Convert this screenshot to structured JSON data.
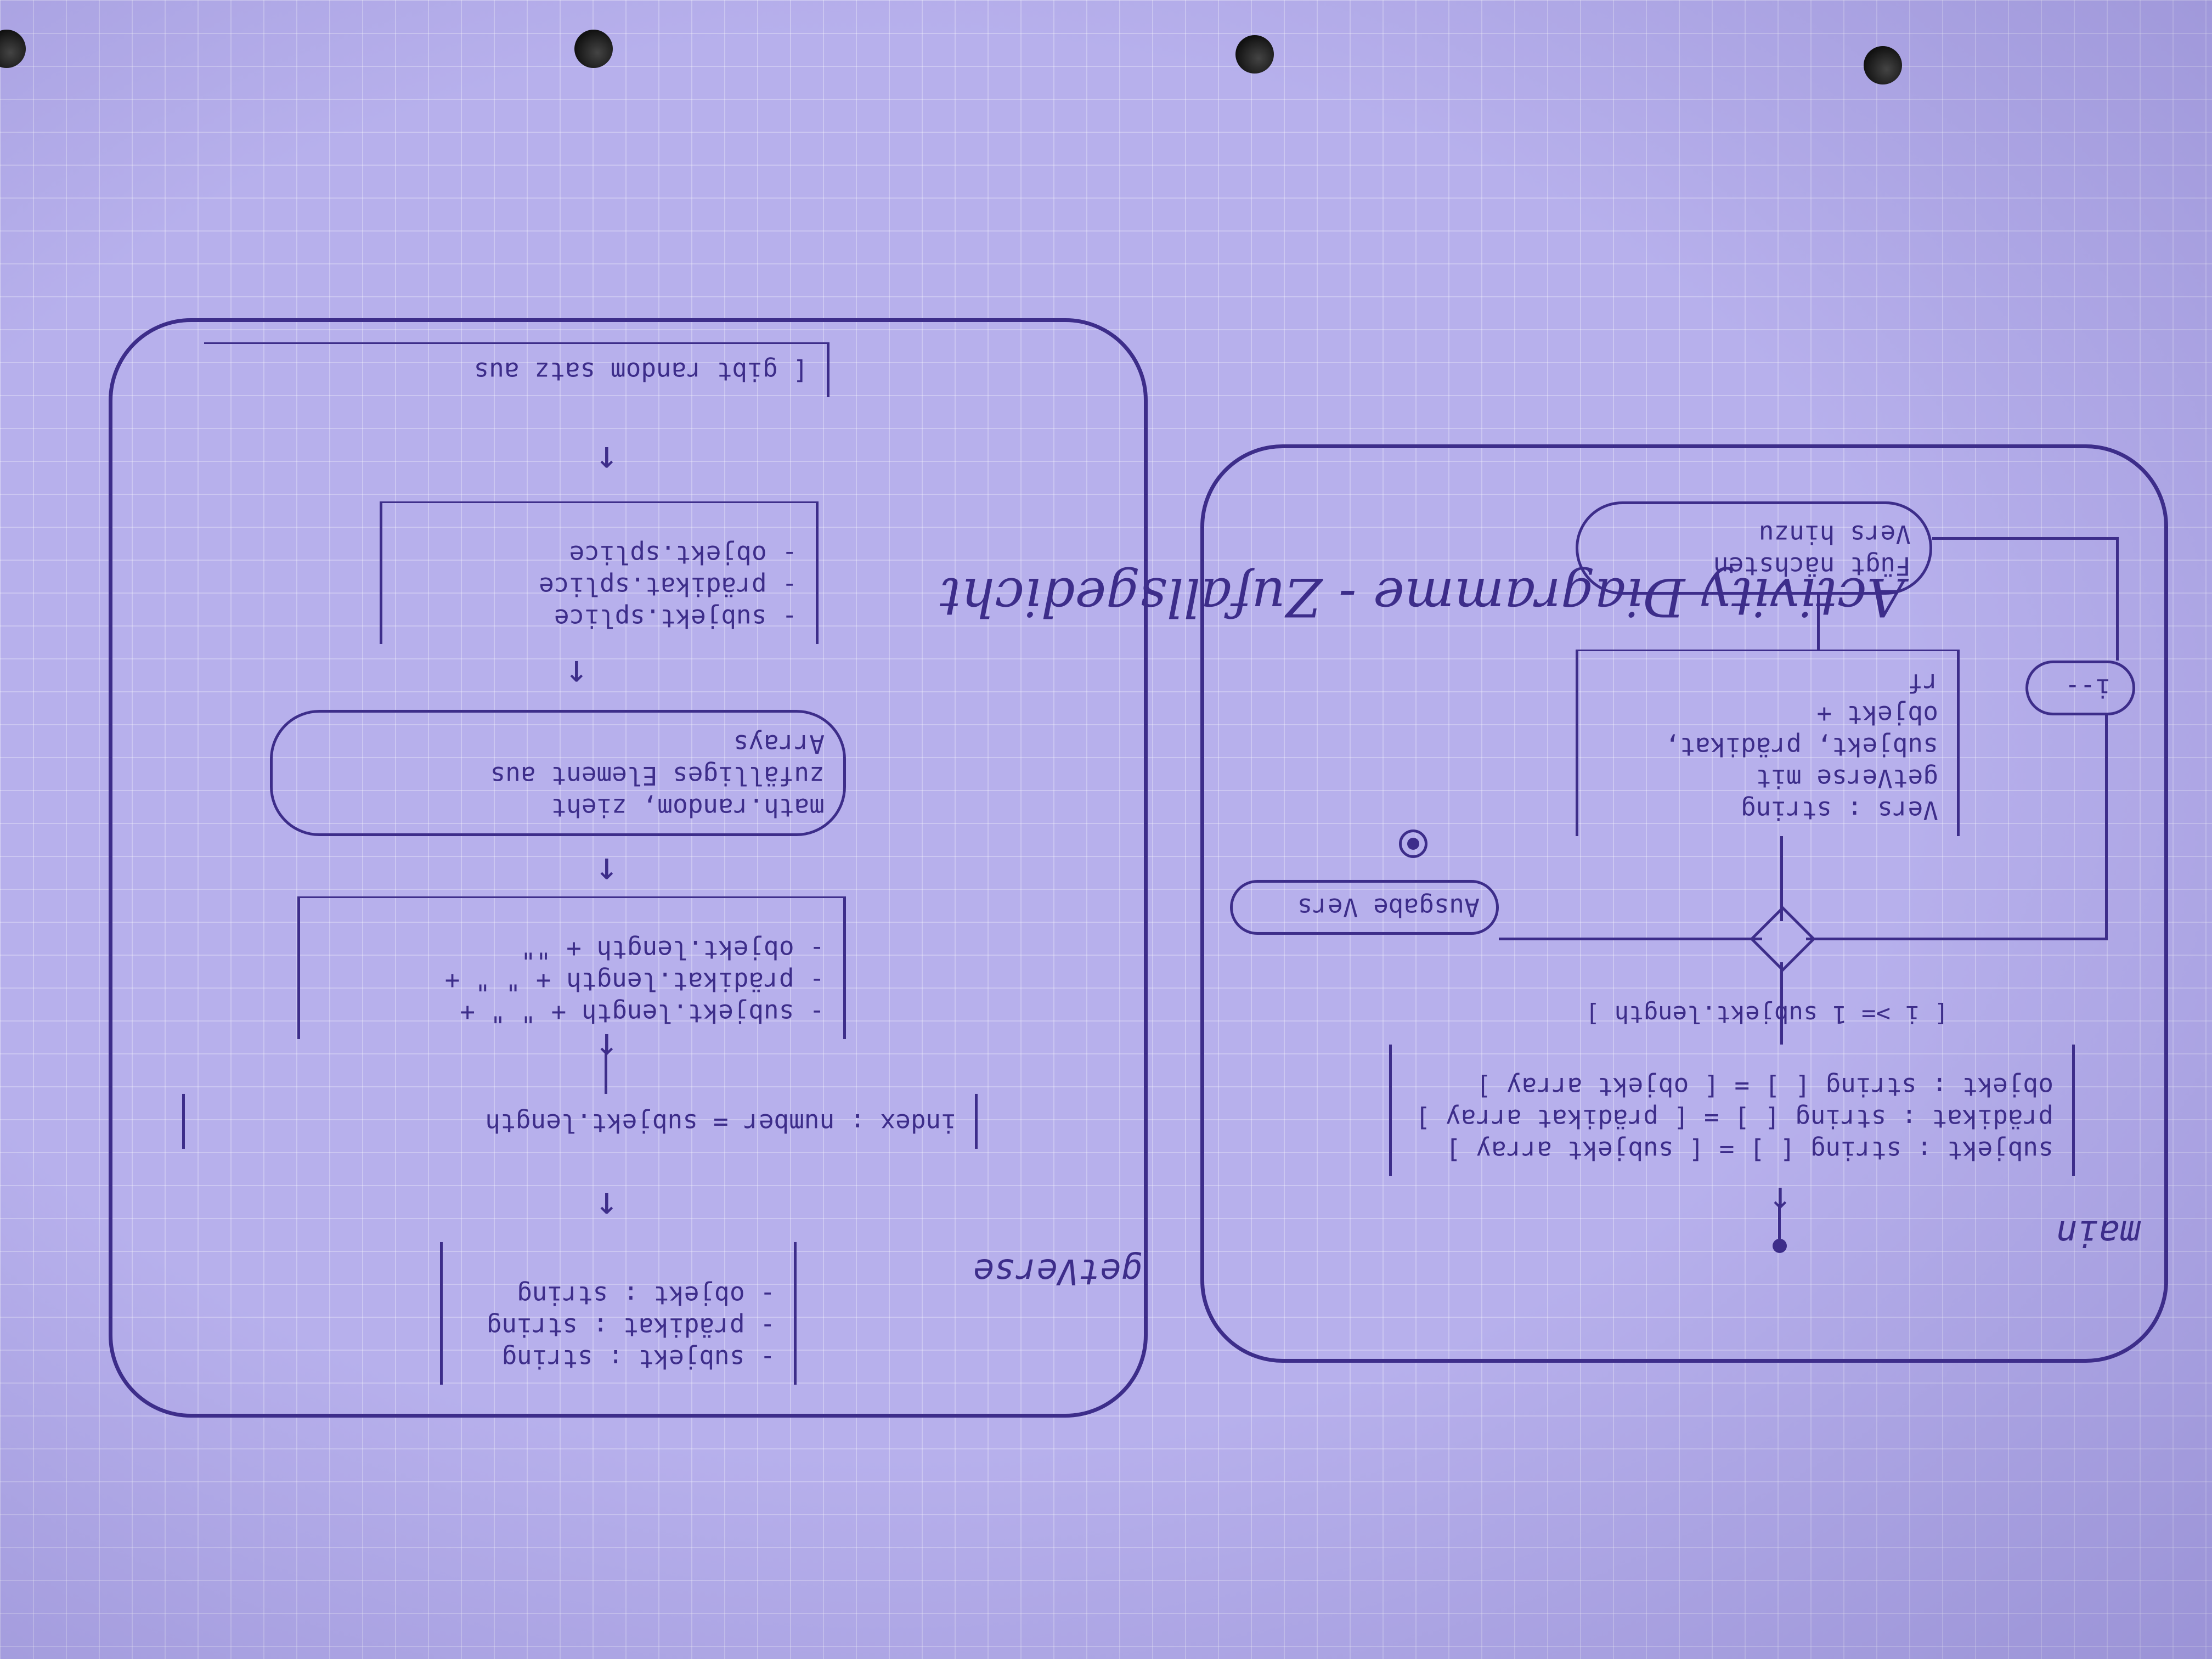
{
  "title": "Activity Diagramme - Zufallsgedicht",
  "main": {
    "label": "main",
    "declaration": [
      "subjekt : string [ ] = [ subjekt array ]",
      "prädikat : string [ ] = [ prädikat array ]",
      "objekt : string [ ] = [ objekt array ]"
    ],
    "guard": "[ i >= 1 subjekt.length ]",
    "output": "Ausgabe Vers",
    "vers_call": [
      "Vers : string",
      "getVerse mit",
      "subjekt, prädikat,",
      "objekt +",
      "rf"
    ],
    "append": [
      "Fügt nächsten",
      "Vers hinzu"
    ],
    "decrement": "i--"
  },
  "getverse": {
    "label": "getVerse",
    "params": [
      "- subjekt : string",
      "- prädikat : string",
      "- objekt : string"
    ],
    "index": "index : number = subjekt.length",
    "lengths": [
      "- subjekt.length + \" \" +",
      "- prädikat.length + \" \" +",
      "- objekt.length + \"\""
    ],
    "random": [
      "math.random, zieht",
      "zufälliges Element aus",
      "Arrays"
    ],
    "splice": [
      "- subjekt.splice",
      "- prädikat.splice",
      "- objekt.splice"
    ],
    "result": "[ gibt random satz aus"
  }
}
